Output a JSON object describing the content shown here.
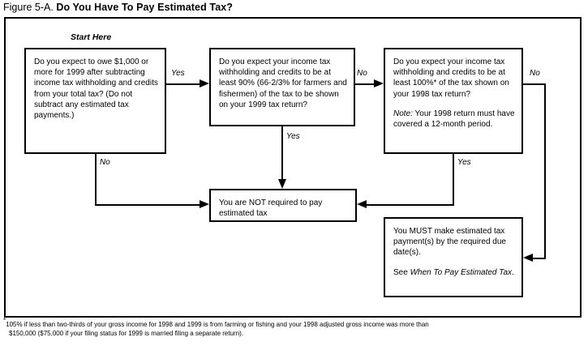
{
  "title": {
    "label": "Figure 5-A.",
    "name": "Do You Have To Pay Estimated Tax?"
  },
  "start_marker": "Start Here",
  "boxes": {
    "owe": {
      "text": "Do you expect to owe $1,000 or more for 1999 after subtracting income tax withholding and credits from your total tax? (Do not subtract any estimated tax payments.)"
    },
    "withhold_1999": {
      "text": "Do you expect your income tax withholding and credits to be at least 90% (66-2/3% for farmers and fishermen) of the tax to be shown on your 1999 tax return?"
    },
    "withhold_1998": {
      "text": "Do you expect your income tax withholding and credits to be at least 100%* of the tax shown on your 1998 tax return?",
      "note_label": "Note:",
      "note_text": " Your 1998 return must have covered a 12-month period."
    },
    "not_required": {
      "text": "You are NOT required to pay estimated tax"
    },
    "must_pay": {
      "text": "You MUST make estimated tax payment(s) by the required due date(s).",
      "see_prefix": "See ",
      "see_reference": "When To Pay Estimated Tax",
      "see_suffix": "."
    }
  },
  "edges": {
    "owe_yes": "Yes",
    "owe_no": "No",
    "withhold99_no": "No",
    "withhold99_yes": "Yes",
    "withhold98_no": "No",
    "withhold98_yes": "Yes"
  },
  "footnote": {
    "marker": "*",
    "line1": "105% if less than two-thirds of your gross income for 1998 and 1999 is from farming or fishing and your 1998 adjusted gross income was more than",
    "line2": "$150,000 ($75,000 if your filing status for 1999 is married filing a separate return)."
  }
}
